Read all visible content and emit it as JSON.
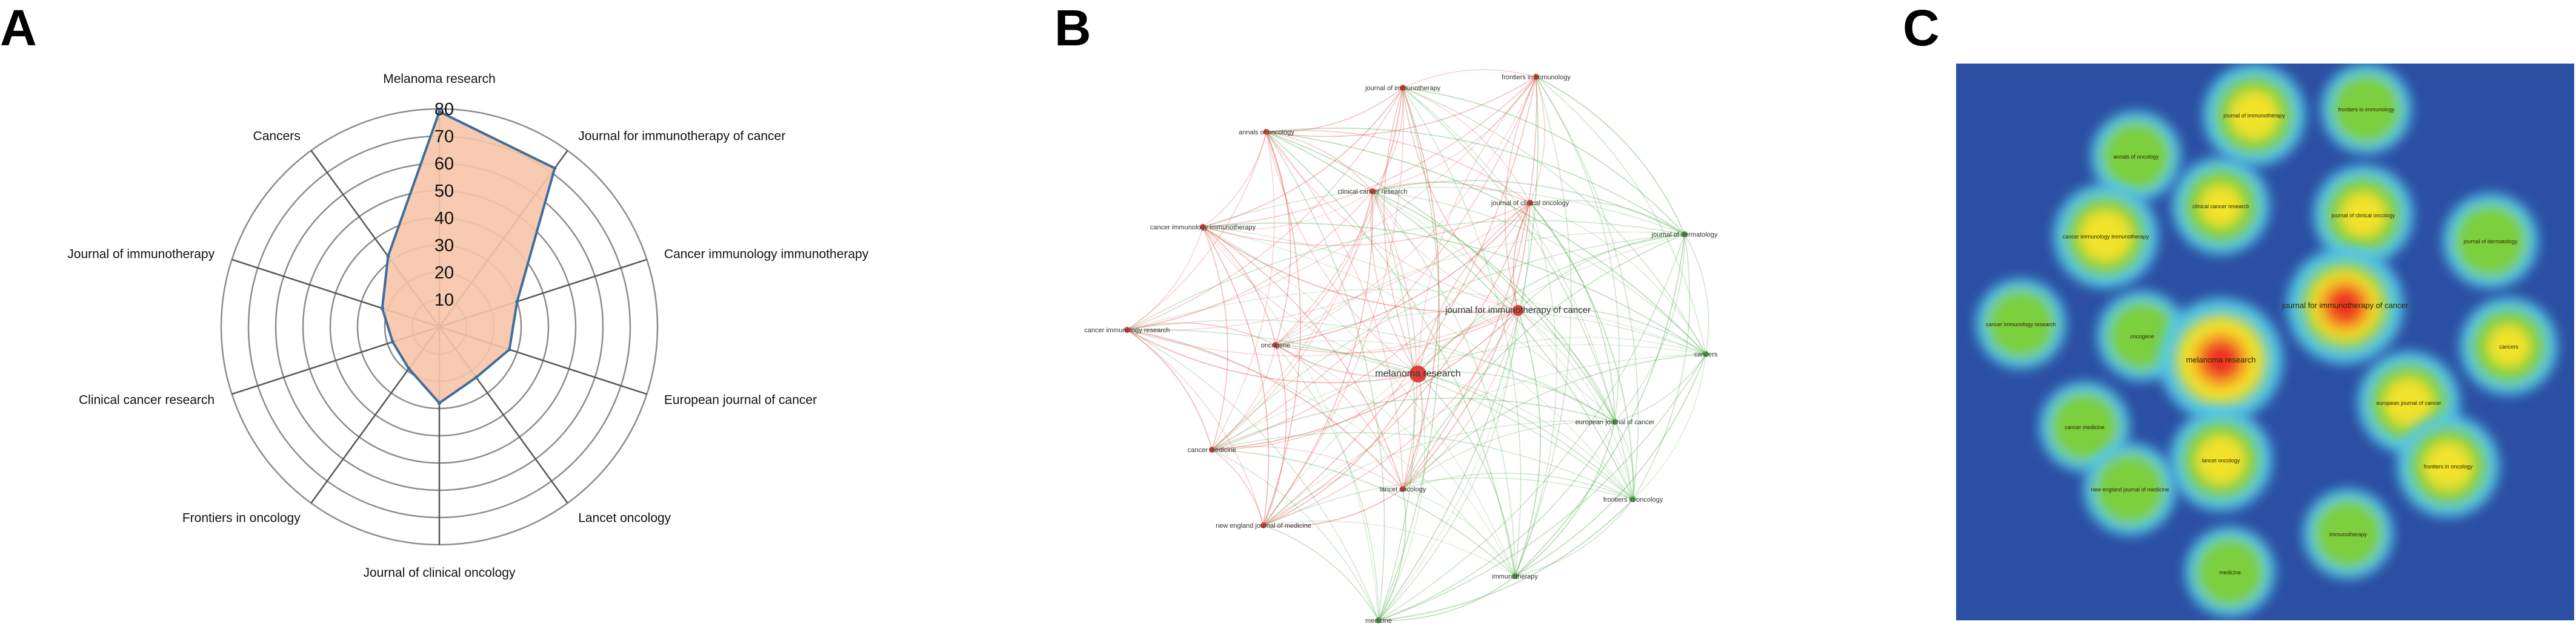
{
  "panels": {
    "a": "A",
    "b": "B",
    "c": "C"
  },
  "colors": {
    "radar_fill": "#f7c4a8",
    "radar_line": "#3f6d9c",
    "grid": "#8c8c8c",
    "net_red": "#d9433a",
    "net_green": "#4ea844",
    "heat_bg": "#2b4fa3"
  },
  "chart_data": [
    {
      "type": "radar",
      "axes": [
        "Melanoma research",
        "Journal for immunotherapy of cancer",
        "Cancer immunology immunotherapy",
        "European journal of cancer",
        "Lancet oncology",
        "Journal of clinical oncology",
        "Frontiers in oncology",
        "Clinical cancer research",
        "Journal of immunotherapy",
        "Cancers"
      ],
      "values": [
        79,
        72,
        30,
        27,
        23,
        28,
        19,
        18,
        22,
        32
      ],
      "rlim": [
        0,
        80
      ],
      "ticks": [
        10,
        20,
        30,
        40,
        50,
        60,
        70,
        80
      ]
    },
    {
      "type": "network",
      "nodes": [
        {
          "label": "melanoma research",
          "cluster": "red",
          "size": "large"
        },
        {
          "label": "journal for immunotherapy of cancer",
          "cluster": "red",
          "size": "medium"
        },
        {
          "label": "journal of immunotherapy",
          "cluster": "red",
          "size": "small"
        },
        {
          "label": "frontiers in immunology",
          "cluster": "red",
          "size": "small"
        },
        {
          "label": "annals of oncology",
          "cluster": "red",
          "size": "small"
        },
        {
          "label": "clinical cancer research",
          "cluster": "red",
          "size": "small"
        },
        {
          "label": "journal of clinical oncology",
          "cluster": "red",
          "size": "small"
        },
        {
          "label": "cancer immunology immunotherapy",
          "cluster": "red",
          "size": "small"
        },
        {
          "label": "cancer immunology research",
          "cluster": "red",
          "size": "small"
        },
        {
          "label": "oncogene",
          "cluster": "red",
          "size": "small"
        },
        {
          "label": "cancer medicine",
          "cluster": "red",
          "size": "small"
        },
        {
          "label": "lancet oncology",
          "cluster": "red",
          "size": "small"
        },
        {
          "label": "new england journal of medicine",
          "cluster": "red",
          "size": "small"
        },
        {
          "label": "journal of dermatology",
          "cluster": "green",
          "size": "small"
        },
        {
          "label": "cancers",
          "cluster": "green",
          "size": "small"
        },
        {
          "label": "european journal of cancer",
          "cluster": "green",
          "size": "small"
        },
        {
          "label": "frontiers in oncology",
          "cluster": "green",
          "size": "small"
        },
        {
          "label": "immunotherapy",
          "cluster": "green",
          "size": "small"
        },
        {
          "label": "medicine",
          "cluster": "green",
          "size": "small"
        }
      ]
    },
    {
      "type": "heatmap",
      "spots": [
        {
          "label": "journal of immunotherapy",
          "intensity": 0.55
        },
        {
          "label": "frontiers in immunology",
          "intensity": 0.3
        },
        {
          "label": "annals of oncology",
          "intensity": 0.3
        },
        {
          "label": "clinical cancer research",
          "intensity": 0.45
        },
        {
          "label": "journal of clinical oncology",
          "intensity": 0.5
        },
        {
          "label": "cancer immunology immunotherapy",
          "intensity": 0.6
        },
        {
          "label": "journal of dermatology",
          "intensity": 0.4
        },
        {
          "label": "cancer immunology research",
          "intensity": 0.3
        },
        {
          "label": "oncogene",
          "intensity": 0.3
        },
        {
          "label": "journal for immunotherapy of cancer",
          "intensity": 0.85
        },
        {
          "label": "melanoma research",
          "intensity": 1.0
        },
        {
          "label": "cancers",
          "intensity": 0.45
        },
        {
          "label": "european journal of cancer",
          "intensity": 0.55
        },
        {
          "label": "cancer medicine",
          "intensity": 0.3
        },
        {
          "label": "lancet oncology",
          "intensity": 0.55
        },
        {
          "label": "frontiers in oncology",
          "intensity": 0.55
        },
        {
          "label": "new england journal of medicine",
          "intensity": 0.35
        },
        {
          "label": "immunotherapy",
          "intensity": 0.3
        },
        {
          "label": "medicine",
          "intensity": 0.3
        }
      ]
    }
  ]
}
